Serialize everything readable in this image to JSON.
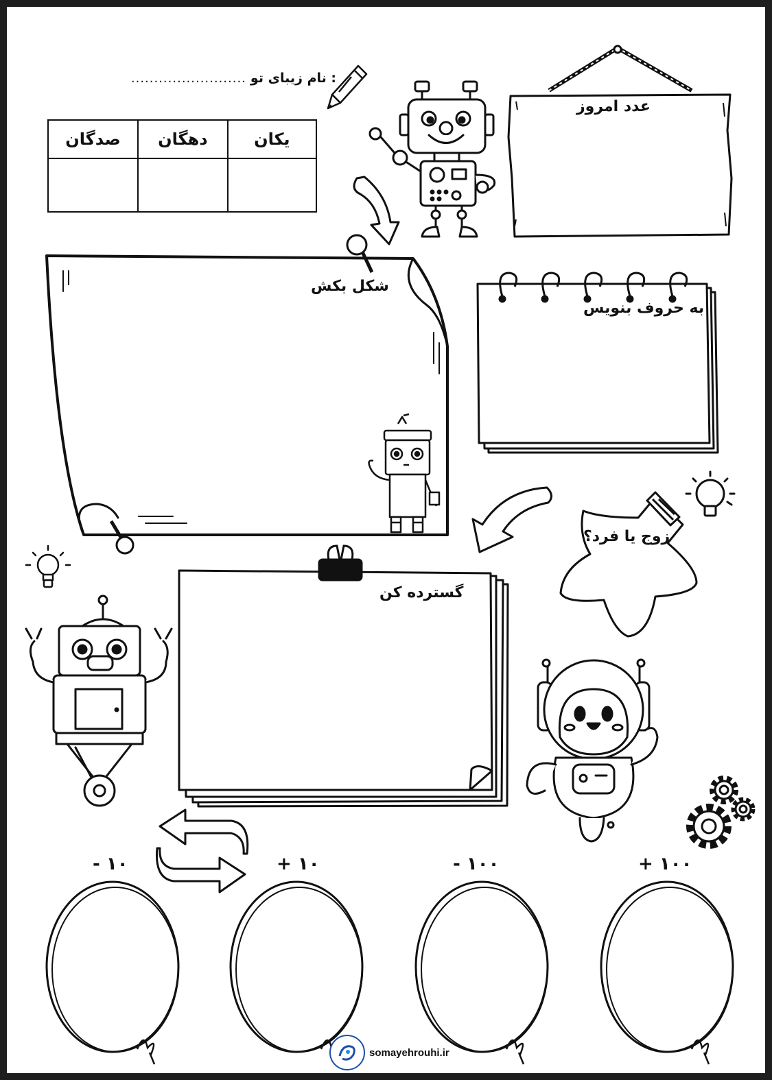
{
  "header": {
    "name_label": "نام زیبای تو :",
    "name_dots": "........................."
  },
  "place_value_table": {
    "headers": [
      "یکان",
      "دهگان",
      "صدگان"
    ]
  },
  "sections": {
    "number_today": "عدد امروز",
    "draw_shape": "شکل بکش",
    "write_in_letters": "به حروف بنویس",
    "even_or_odd": "زوج یا فرد؟",
    "expanded_form": "گسترده کن"
  },
  "operations": [
    {
      "label": "- ۱۰"
    },
    {
      "label": "+ ۱۰"
    },
    {
      "label": "- ۱۰۰"
    },
    {
      "label": "+ ۱۰۰"
    }
  ],
  "footer": {
    "url": "somayehrouhi.ir"
  },
  "icons": [
    "pencil-icon",
    "robot-illustration",
    "arrow-icon",
    "lightbulb-icon",
    "gear-icon",
    "star-shape",
    "binder-clip-icon",
    "push-pin-icon"
  ]
}
